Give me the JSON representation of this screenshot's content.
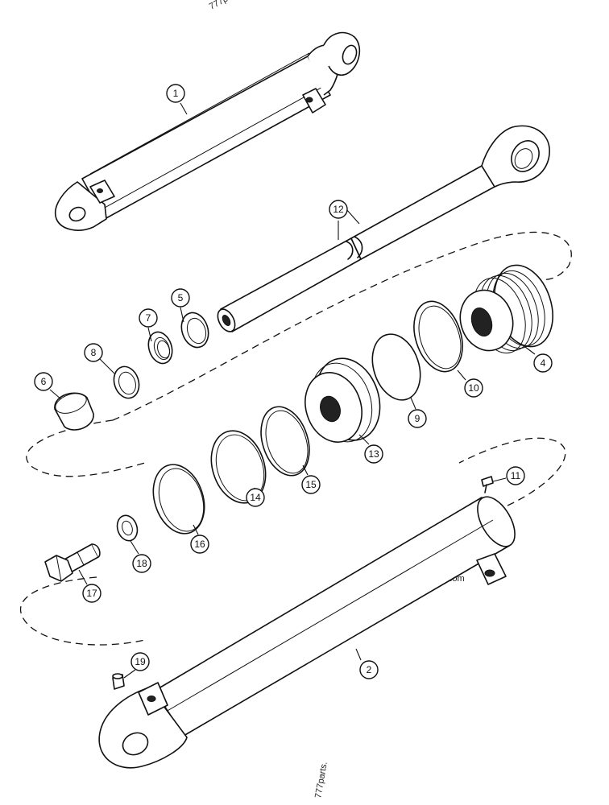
{
  "watermarks": {
    "top": "777p",
    "middle": "777parts.com",
    "bottom": "777parts."
  },
  "callouts": [
    "1",
    "2",
    "4",
    "5",
    "6",
    "7",
    "8",
    "9",
    "10",
    "11",
    "12",
    "13",
    "14",
    "15",
    "16",
    "17",
    "18",
    "19"
  ]
}
